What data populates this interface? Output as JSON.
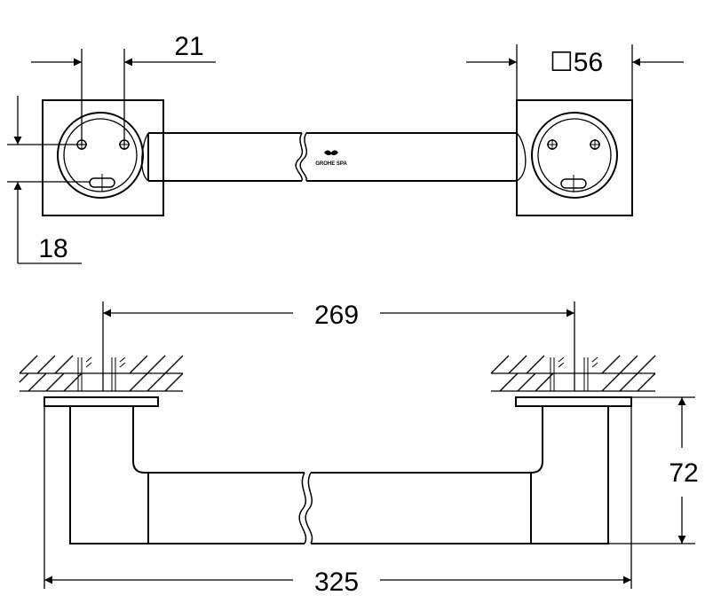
{
  "dimensions": {
    "hole_spacing": "21",
    "plate_size": "☐56",
    "hole_offset": "18",
    "mount_spacing": "269",
    "projection": "72",
    "overall_length": "325"
  },
  "brand": {
    "logo_text": "GROHE SPA"
  },
  "colors": {
    "line": "#000000",
    "background": "#ffffff"
  }
}
